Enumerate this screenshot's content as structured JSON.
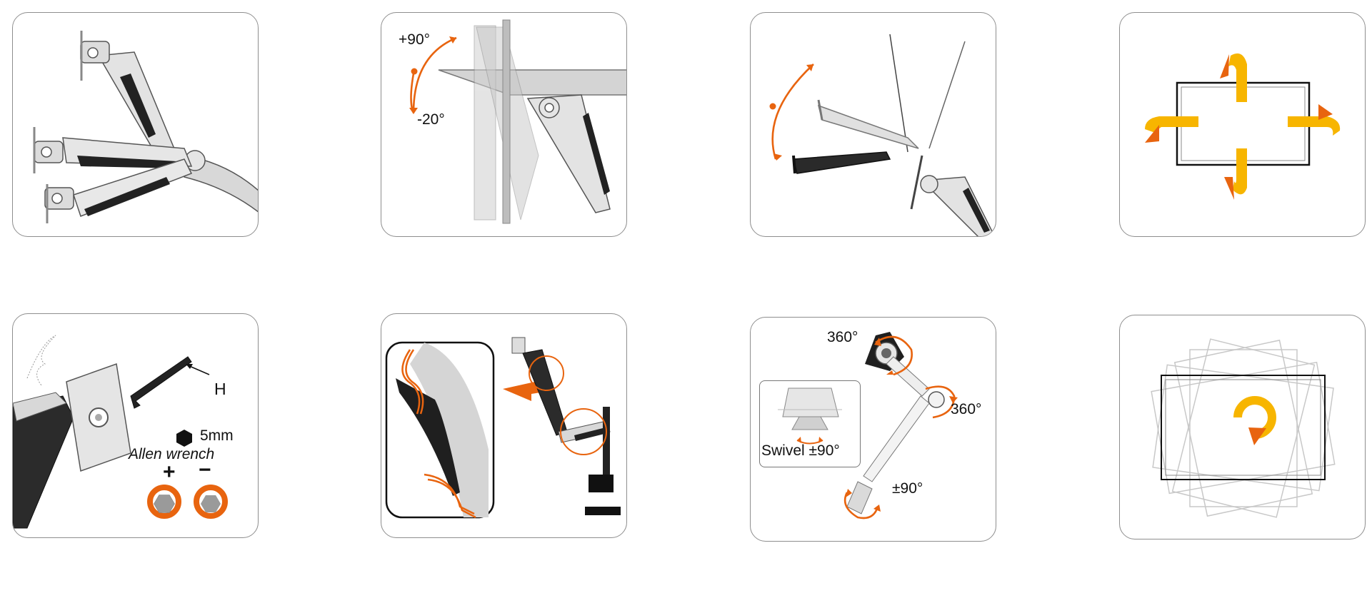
{
  "colors": {
    "orange": "#E8640F",
    "yellow": "#F7B500",
    "arm": "#dedede",
    "dark": "#222222",
    "border": "#8e8e8e"
  },
  "panels": [
    {
      "name": "height-adjust",
      "icon": "monitor-arm-height-icon"
    },
    {
      "name": "tilt",
      "icon": "tilt-icon",
      "labels": {
        "up": "+90°",
        "down": "-20°"
      }
    },
    {
      "name": "laptop-tray",
      "icon": "laptop-tray-tilt-icon"
    },
    {
      "name": "rotate-four-way",
      "icon": "four-way-rotate-icon"
    },
    {
      "name": "allen-wrench",
      "icon": "allen-wrench-icon",
      "labels": {
        "tool_letter": "H",
        "size": "5mm",
        "tool_name": "Allen wrench",
        "plus": "+",
        "minus": "−"
      }
    },
    {
      "name": "cable-management",
      "icon": "cable-management-icon"
    },
    {
      "name": "swivel",
      "icon": "swivel-icon",
      "labels": {
        "top": "360°",
        "mid": "360°",
        "bottom": "±90°",
        "inset": "Swivel ±90°"
      }
    },
    {
      "name": "rotation",
      "icon": "rotation-icon"
    }
  ]
}
